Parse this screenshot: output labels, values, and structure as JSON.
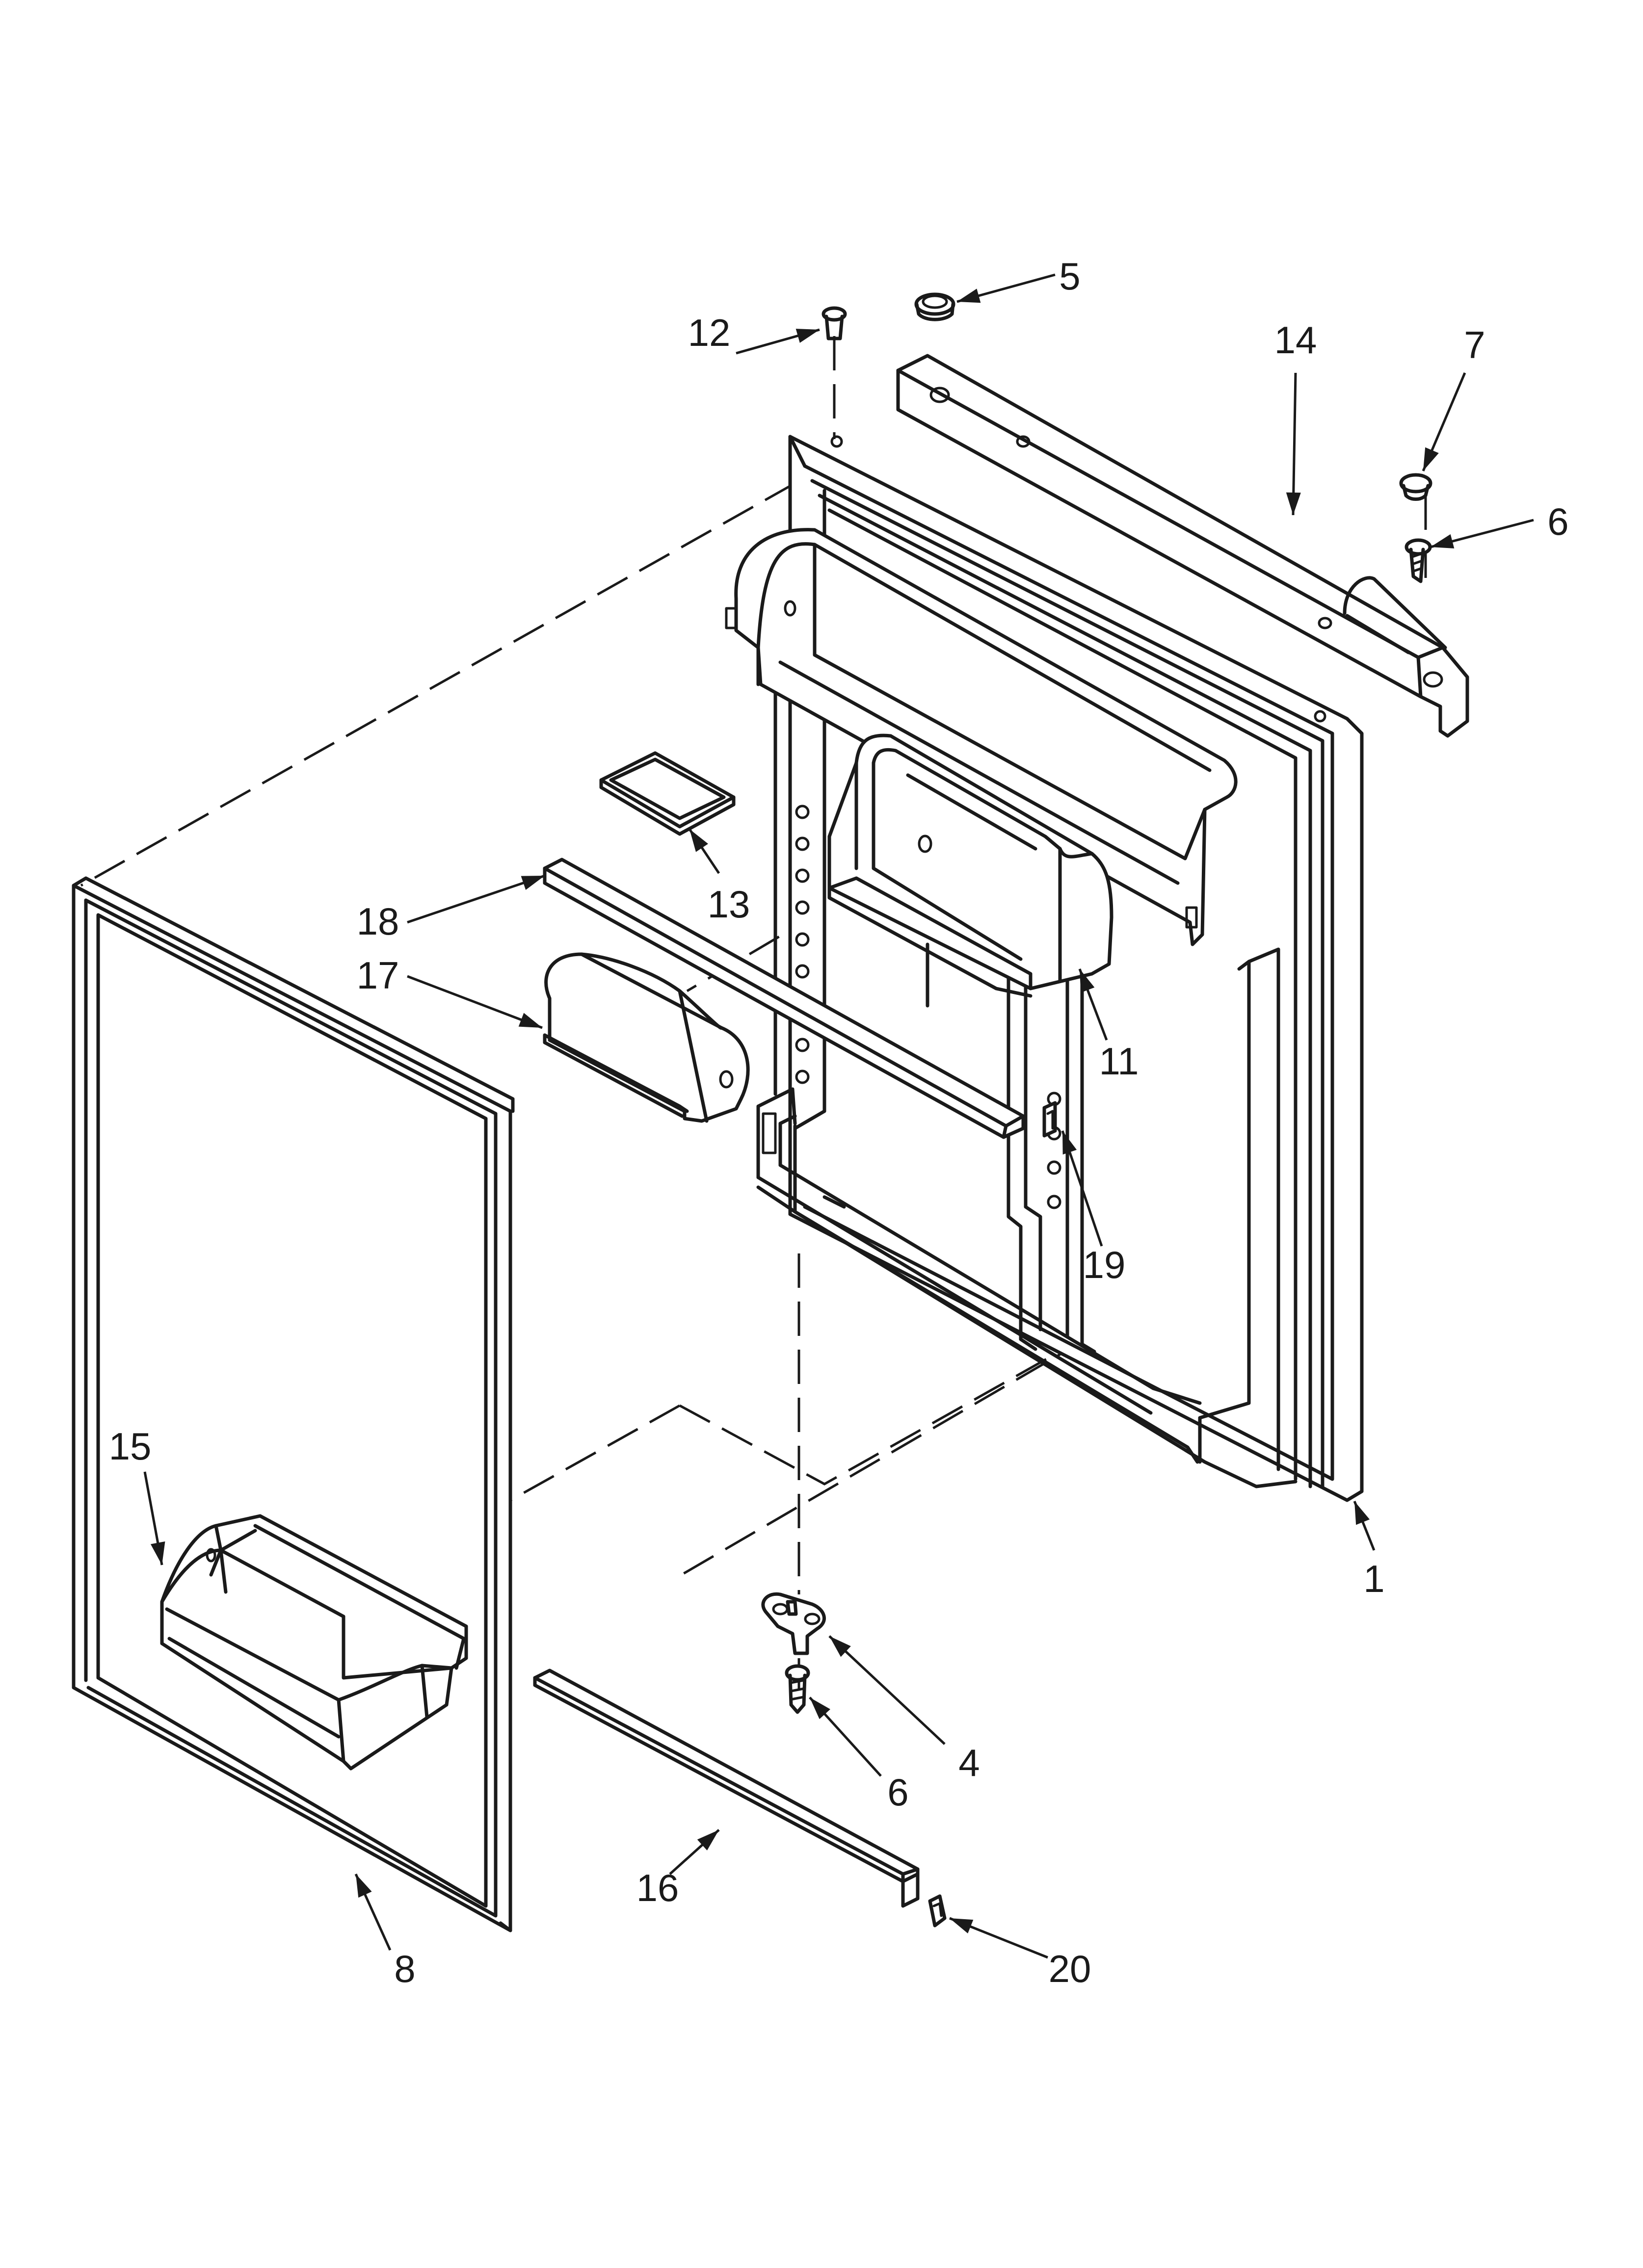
{
  "diagram": {
    "callouts": [
      {
        "id": "c1",
        "label": "1"
      },
      {
        "id": "c4",
        "label": "4"
      },
      {
        "id": "c5",
        "label": "5"
      },
      {
        "id": "c6a",
        "label": "6"
      },
      {
        "id": "c6b",
        "label": "6"
      },
      {
        "id": "c7",
        "label": "7"
      },
      {
        "id": "c8",
        "label": "8"
      },
      {
        "id": "c11",
        "label": "11"
      },
      {
        "id": "c12",
        "label": "12"
      },
      {
        "id": "c13",
        "label": "13"
      },
      {
        "id": "c14",
        "label": "14"
      },
      {
        "id": "c15",
        "label": "15"
      },
      {
        "id": "c16",
        "label": "16"
      },
      {
        "id": "c17",
        "label": "17"
      },
      {
        "id": "c18",
        "label": "18"
      },
      {
        "id": "c19",
        "label": "19"
      },
      {
        "id": "c20",
        "label": "20"
      }
    ]
  }
}
